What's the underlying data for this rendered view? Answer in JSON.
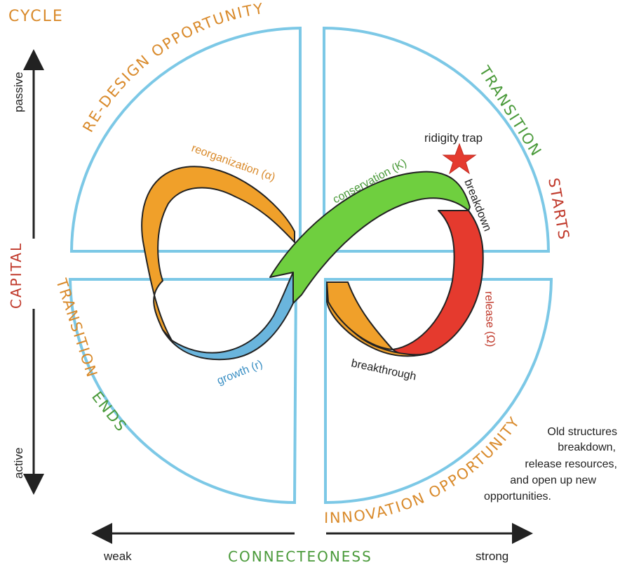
{
  "diagram": {
    "corner_title": "CYCLE",
    "y_axis": {
      "title": "CAPITAL",
      "top_label": "passive",
      "bottom_label": "active"
    },
    "x_axis": {
      "title": "CONNECTEONESS",
      "left_label": "weak",
      "right_label": "strong"
    },
    "quadrants": {
      "top_left": "RE-DESIGN OPPORTUNITY",
      "top_right_a": "TRANSITION",
      "top_right_b": "STARTS",
      "bottom_left_a": "TRANSITION",
      "bottom_left_b": "ENDS",
      "bottom_right": "INNOVATION OPPORTUNITY"
    },
    "phases": {
      "reorganization": "reorganization (α)",
      "conservation": "conservation (K)",
      "growth": "growth (r)",
      "release": "release (Ω)"
    },
    "annotations": {
      "ridigity_trap": "ridigity trap",
      "breakdown": "breakdown",
      "breakthrough": "breakthrough"
    },
    "note_lines": [
      "Old structures",
      "breakdown,",
      "release resources,",
      "and open up new",
      "opportunities."
    ]
  },
  "colors": {
    "orange": "#f0a02a",
    "green": "#6fcf3f",
    "blue": "#6ab5dd",
    "red": "#e53a2e",
    "frame_blue": "#7cc8e6",
    "text_orange": "#d98a2b",
    "text_green": "#4a9a3a",
    "text_red": "#c0392b",
    "text_blue": "#3a8fc4"
  }
}
